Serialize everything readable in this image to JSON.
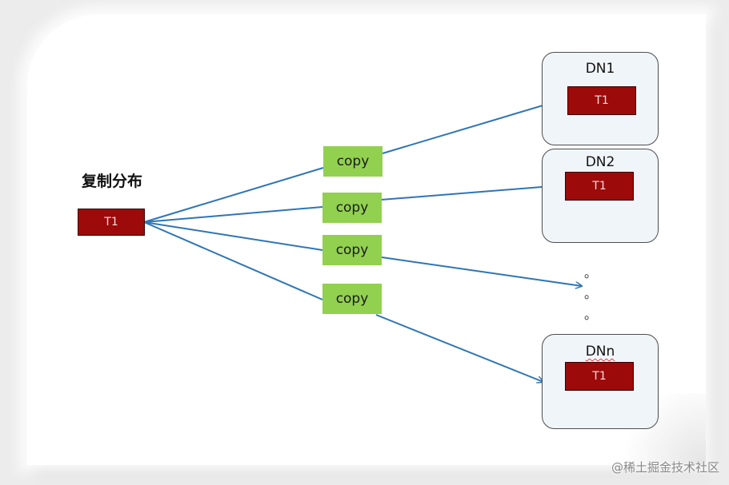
{
  "title": "复制分布",
  "source_table": {
    "label": "T1"
  },
  "copies": [
    {
      "label": "copy"
    },
    {
      "label": "copy"
    },
    {
      "label": "copy"
    },
    {
      "label": "copy"
    }
  ],
  "nodes": [
    {
      "name": "DN1",
      "table": "T1"
    },
    {
      "name": "DN2",
      "table": "T1"
    },
    {
      "name": "DNn",
      "table": "T1"
    }
  ],
  "ellipsis": [
    "。",
    "。",
    "。"
  ],
  "watermark": "@稀土掘金技术社区",
  "colors": {
    "arrow": "#2e75b6",
    "table_fill": "#9c0a0a",
    "copy_fill": "#92d050",
    "node_fill": "#f0f5fa"
  }
}
